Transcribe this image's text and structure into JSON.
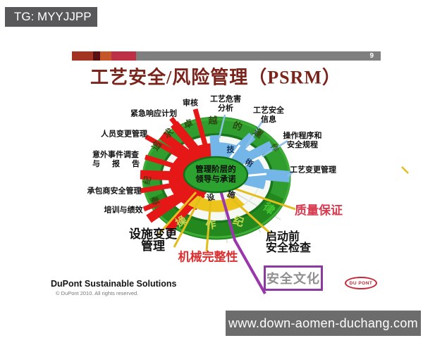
{
  "watermark": "TG: MYYJJPP",
  "page_number": "9",
  "title": "工艺安全/风险管理（PSRM）",
  "center": {
    "line1": "管理阶层的",
    "line2": "领导与承诺"
  },
  "ring": {
    "top": [
      "追",
      "求",
      "卓",
      "越",
      "的",
      "運",
      "作"
    ],
    "left": [
      "纪",
      "律"
    ],
    "bottom": [
      "操",
      "作",
      "纪",
      "律"
    ],
    "inner_blue": [
      "技",
      "術"
    ],
    "inner_yellow": [
      "设",
      "施"
    ]
  },
  "labels": {
    "shenhe": "审核",
    "weihai1": "工艺危害",
    "weihai2": "分析",
    "anquanxinxi1": "工艺安全",
    "anquanxinxi2": "信息",
    "jinji": "紧急响应计划",
    "caozuochengxu1": "操作程序和",
    "caozuochengxu2": "安全规程",
    "renyuan": "人员变更管理",
    "yiwai1": "意外事件调查",
    "yiwai2": "与 报 告",
    "gongyibiangen": "工艺变更管理",
    "chengbaoshang": "承包商安全管理",
    "peixun": "培训与绩效",
    "sheshi1": "设施变更",
    "sheshi2": "管理",
    "qidong1": "启动前",
    "qidong2": "安全检查",
    "zhiliang": "质量保证",
    "jixie": "机械完整性",
    "anquanwenhua": "安全文化"
  },
  "footer": {
    "brand": "DuPont Sustainable Solutions",
    "copyright": "© DuPont 2010. All rights reserved.",
    "logo_text": "DU PONT"
  },
  "url": "www.down-aomen-duchang.com",
  "colors": {
    "ring_green": "#2f9e2f",
    "ring_green_dark": "#23891f",
    "spoke_red": "#e51717",
    "arc_blue": "#74b6e8",
    "arc_yellow": "#ecc41c",
    "line_purple": "#9a35ae",
    "quality_red": "#d63b4f",
    "mech_red": "#dd2f2f",
    "box_purple": "#8b3aa0",
    "bar_gray": "#7f7f7f"
  }
}
